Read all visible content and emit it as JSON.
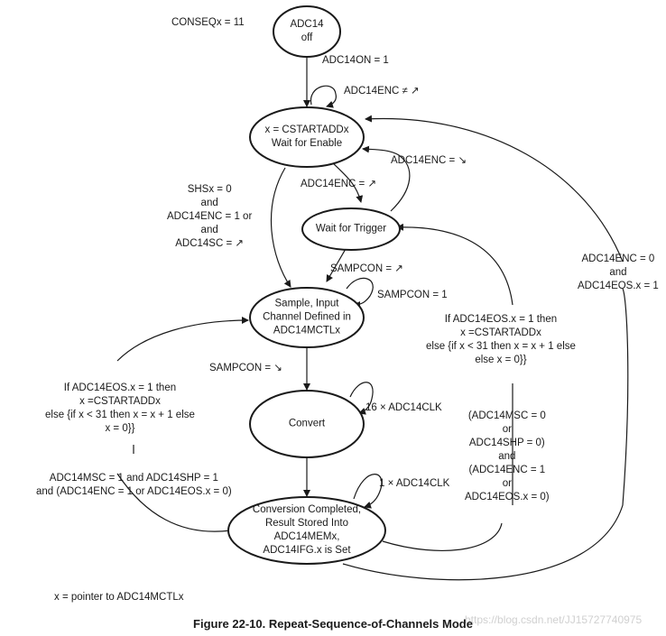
{
  "figure": {
    "caption": "Figure 22-10. Repeat-Sequence-of-Channels Mode",
    "watermark": "https://blog.csdn.net/JJ15727740975",
    "mode_note": "CONSEQx = 11",
    "footnote": "x = pointer to ADC14MCTLx"
  },
  "states": [
    {
      "id": "adc-off",
      "lines": [
        "ADC14",
        "off"
      ]
    },
    {
      "id": "wait-enable",
      "lines": [
        "x = CSTARTADDx",
        "Wait for Enable"
      ]
    },
    {
      "id": "wait-trigger",
      "lines": [
        "Wait for Trigger"
      ]
    },
    {
      "id": "sample",
      "lines": [
        "Sample, Input",
        "Channel Defined in",
        "ADC14MCTLx"
      ]
    },
    {
      "id": "convert",
      "lines": [
        "Convert"
      ]
    },
    {
      "id": "completed",
      "lines": [
        "Conversion Completed,",
        "Result Stored Into",
        "ADC14MEMx,",
        "ADC14IFG.x is Set"
      ]
    }
  ],
  "transitions": [
    {
      "id": "off-to-enable",
      "lines": [
        "ADC14ON = 1"
      ]
    },
    {
      "id": "enable-self",
      "lines": [
        "ADC14ENC ≠ ↗"
      ]
    },
    {
      "id": "trigger-to-enable",
      "lines": [
        "ADC14ENC = ↘"
      ]
    },
    {
      "id": "enable-to-trigger",
      "lines": [
        "ADC14ENC = ↗"
      ]
    },
    {
      "id": "enable-to-sample",
      "lines": [
        "SHSx = 0",
        "and",
        "ADC14ENC = 1 or",
        "and",
        "ADC14SC = ↗"
      ]
    },
    {
      "id": "trigger-to-sample",
      "lines": [
        "SAMPCON = ↗"
      ]
    },
    {
      "id": "sample-self",
      "lines": [
        "SAMPCON = 1"
      ]
    },
    {
      "id": "sample-to-convert",
      "lines": [
        "SAMPCON = ↘"
      ]
    },
    {
      "id": "convert-self",
      "lines": [
        "16 × ADC14CLK"
      ]
    },
    {
      "id": "completed-self",
      "lines": [
        "1 × ADC14CLK"
      ]
    },
    {
      "id": "completed-to-sample",
      "lines": [
        "If ADC14EOS.x = 1 then",
        "x =CSTARTADDx",
        "else {if x < 31 then x = x + 1 else",
        "x = 0}}"
      ]
    },
    {
      "id": "completed-to-sample-cond",
      "lines": [
        "ADC14MSC = 1 and ADC14SHP = 1",
        "and (ADC14ENC = 1 or ADC14EOS.x = 0)"
      ]
    },
    {
      "id": "completed-to-trigger",
      "lines": [
        "If ADC14EOS.x = 1 then",
        "x =CSTARTADDx",
        "else {if x < 31 then x = x + 1 else",
        "else x = 0}}"
      ]
    },
    {
      "id": "completed-to-trigger-cond",
      "lines": [
        "(ADC14MSC = 0",
        "or",
        "ADC14SHP = 0)",
        "and",
        "(ADC14ENC = 1",
        "or",
        "ADC14EOS.x = 0)"
      ]
    },
    {
      "id": "completed-to-enable",
      "lines": [
        "ADC14ENC = 0",
        "and",
        "ADC14EOS.x = 1"
      ]
    }
  ]
}
